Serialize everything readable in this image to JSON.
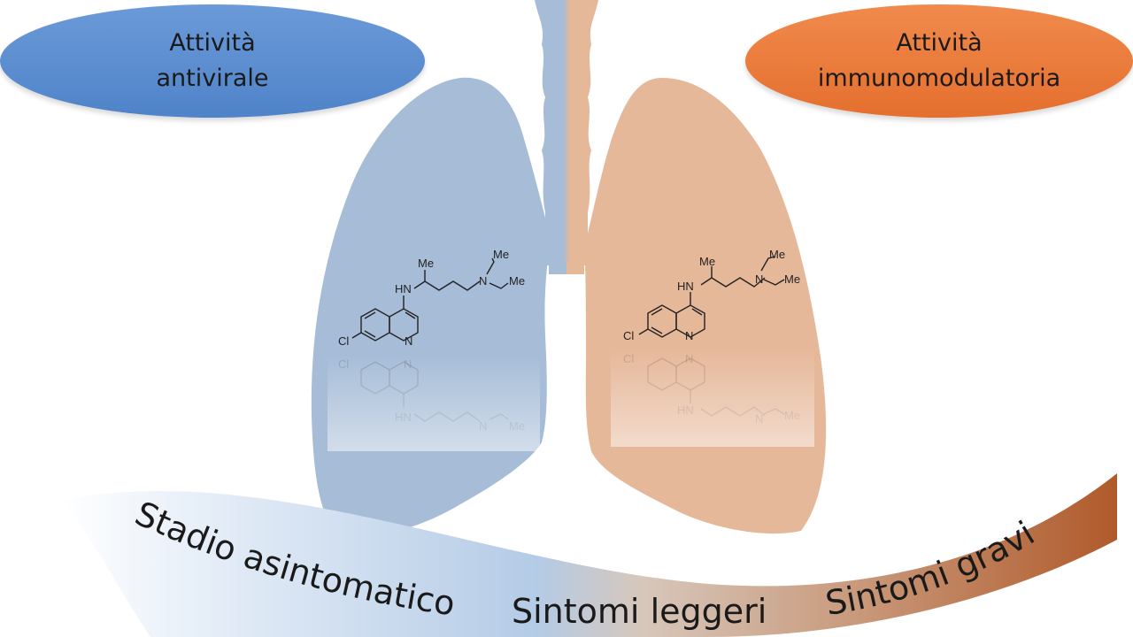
{
  "left_box": {
    "line1": "Attività",
    "line2": "antivirale",
    "color": "#5b8ed1"
  },
  "right_box": {
    "line1": "Attività",
    "line2": "immunomodulatoria",
    "color": "#ea7b3b"
  },
  "lungs": {
    "left_color": "#a6bcd7",
    "right_color": "#e6b89a"
  },
  "molecule": {
    "me_top": "Me",
    "me_right_top": "Me",
    "me_right_bottom": "Me",
    "n_amine": "N",
    "hn": "HN",
    "n_ring": "N",
    "cl": "Cl"
  },
  "stages": {
    "asymptomatic": "Stadio asintomatico",
    "mild": "Sintomi leggeri",
    "severe": "Sintomi gravi"
  },
  "colors": {
    "band_blue": "#a9c3e4",
    "band_brown": "#b86c45"
  }
}
